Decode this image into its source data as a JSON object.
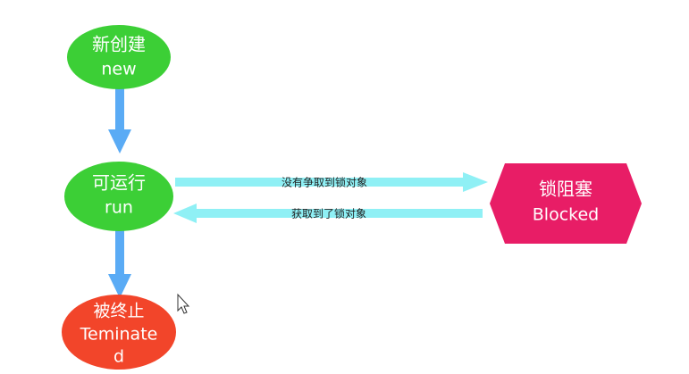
{
  "nodes": {
    "new": {
      "line1": "新创建",
      "line2": "new",
      "color": "#3ccf36"
    },
    "runnable": {
      "line1": "可运行",
      "line2": "run",
      "color": "#3ccf36"
    },
    "blocked": {
      "line1": "锁阻塞",
      "line2": "Blocked",
      "color": "#e81d66"
    },
    "terminated": {
      "line1": "被终止",
      "line2": "Teminate",
      "line3": "d",
      "color": "#f2452a"
    }
  },
  "edges": {
    "to_blocked": "没有争取到锁对象",
    "to_runnable": "获取到了锁对象"
  },
  "colors": {
    "vertical_arrow": "#5aabf5",
    "horizontal_arrow": "#8ff0f5"
  }
}
